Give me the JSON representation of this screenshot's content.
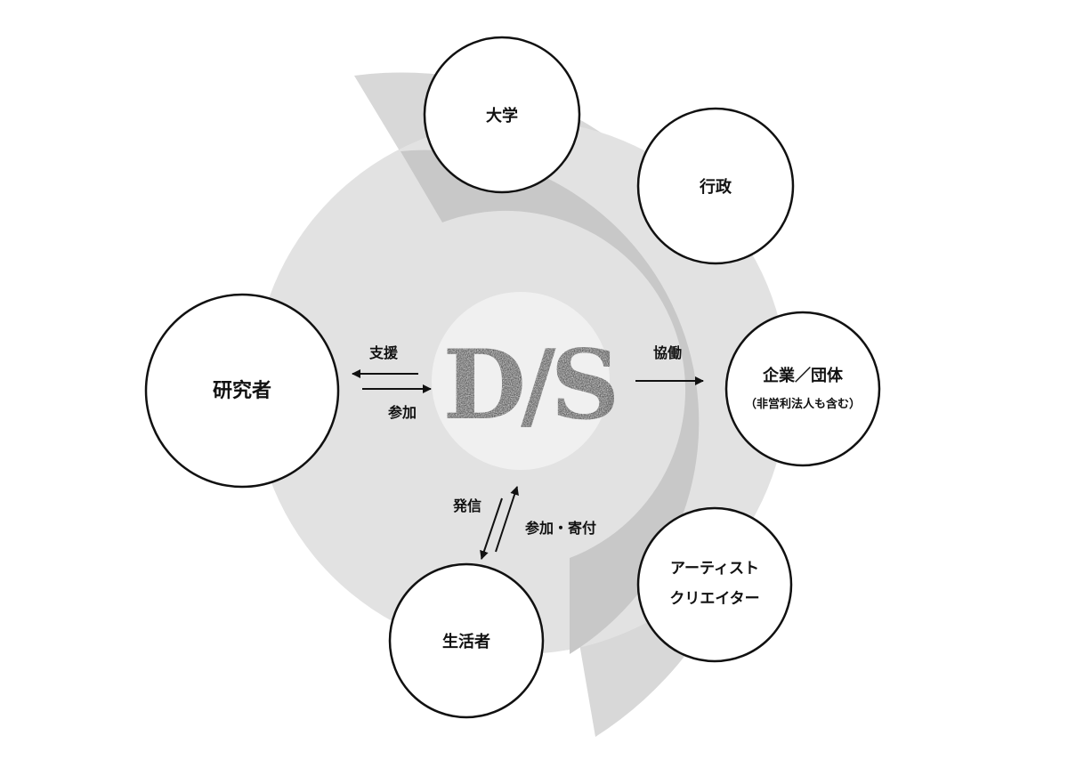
{
  "colors": {
    "background": "#ffffff",
    "outer_arc": "#d8d8d8",
    "middle_ring": "#c8c8c8",
    "inner_circle": "#e2e2e2",
    "center_circle": "#f0f0f0",
    "node_fill": "#ffffff",
    "stroke": "#111111"
  },
  "center": {
    "logo_text": "D/S"
  },
  "nodes": {
    "researcher": "研究者",
    "university": "大学",
    "government": "行政",
    "company": {
      "title": "企業／団体",
      "note": "（非営利法人も含む）"
    },
    "artist": {
      "line1": "アーティスト",
      "line2": "クリエイター"
    },
    "citizen": "生活者"
  },
  "edges": {
    "support": "支援",
    "participate": "参加",
    "collaborate": "協働",
    "broadcast": "発信",
    "participate_donate": "参加・寄付"
  }
}
